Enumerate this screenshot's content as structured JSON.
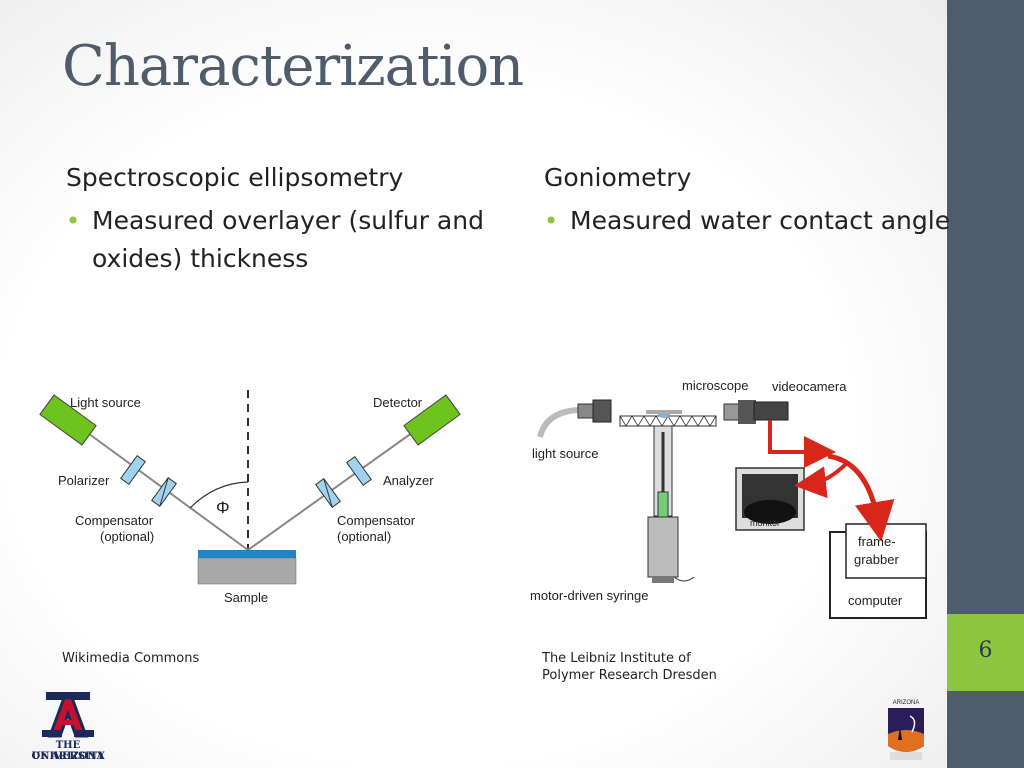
{
  "slide": {
    "title": "Characterization",
    "page_number": "6",
    "left_column": {
      "heading": "Spectroscopic ellipsometry",
      "bullet": "Measured overlayer (sulfur and oxides) thickness",
      "caption": "Wikimedia Commons"
    },
    "right_column": {
      "heading": "Goniometry",
      "bullet": "Measured water contact angle",
      "caption_line1": "The Leibniz Institute of",
      "caption_line2": "Polymer Research Dresden"
    }
  },
  "ellipsometry_diagram": {
    "light_source": "Light source",
    "detector": "Detector",
    "polarizer": "Polarizer",
    "analyzer": "Analyzer",
    "compensator_left_1": "Compensator",
    "compensator_left_2": "(optional)",
    "compensator_right_1": "Compensator",
    "compensator_right_2": "(optional)",
    "angle": "Φ",
    "sample": "Sample"
  },
  "goniometry_diagram": {
    "microscope": "microscope",
    "videocamera": "videocamera",
    "light_source": "light source",
    "monitor": "monitor",
    "frame_grabber_1": "frame-",
    "frame_grabber_2": "grabber",
    "computer": "computer",
    "syringe": "motor-driven syringe"
  },
  "logos": {
    "ua_line1": "THE UNIVERSITY",
    "ua_line2": "OF ARIZONA",
    "ua_letter": "A",
    "nasa_text": "ARIZONA"
  },
  "colors": {
    "accent_green": "#8cc63f",
    "sidebar": "#4f5c6c",
    "arrow_red": "#d8261c"
  }
}
